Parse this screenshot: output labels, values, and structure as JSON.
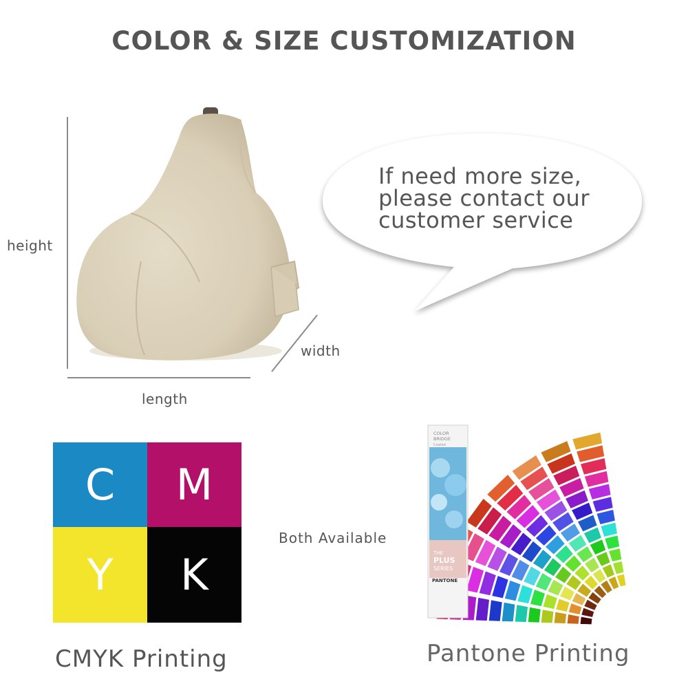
{
  "title": "COLOR & SIZE CUSTOMIZATION",
  "dimensions": {
    "height_label": "height",
    "width_label": "width",
    "length_label": "length"
  },
  "bubble": {
    "lines": [
      "If need more size,",
      "please contact our",
      "customer service"
    ]
  },
  "cmyk": {
    "cells": [
      {
        "letter": "C",
        "color": "#1b8ac4"
      },
      {
        "letter": "M",
        "color": "#b3106a"
      },
      {
        "letter": "Y",
        "color": "#f2e52b"
      },
      {
        "letter": "K",
        "color": "#050505"
      }
    ],
    "caption": "CMYK Printing"
  },
  "middle_label": "Both Available",
  "pantone": {
    "caption": "Pantone Printing",
    "card_lines": [
      "COLOR",
      "BRIDGE",
      "Coated"
    ],
    "series_lines": [
      "THE",
      "PLUS",
      "SERIES"
    ],
    "brand": "PANTONE"
  },
  "colors": {
    "text_gray": "#555555",
    "beanbag": "#ddd3bd"
  }
}
